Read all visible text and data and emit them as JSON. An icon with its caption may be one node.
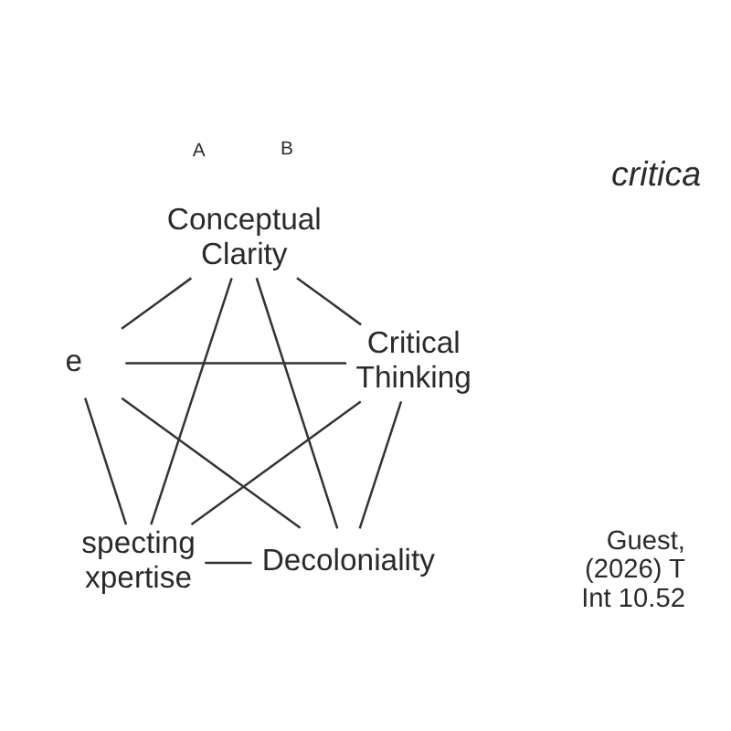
{
  "diagram": {
    "nodes": [
      {
        "text": [
          "Conceptual Clarity"
        ]
      },
      {
        "text": [
          "e"
        ]
      },
      {
        "text": [
          "Critical Thinking"
        ]
      },
      {
        "text": [
          "specting xpertise"
        ]
      },
      {
        "text": [
          "Decoloniality"
        ]
      }
    ],
    "edges": [
      {
        "from": 0,
        "to": 1,
        "arrow": "none"
      },
      {
        "from": 0,
        "to": 2,
        "arrow": "none"
      },
      {
        "from": 0,
        "to": 3,
        "arrow": "none"
      },
      {
        "from": 0,
        "to": 4,
        "arrow": "none"
      },
      {
        "from": 1,
        "to": 2,
        "arrow": "none"
      },
      {
        "from": 1,
        "to": 3,
        "arrow": "none"
      },
      {
        "from": 1,
        "to": 4,
        "arrow": "none"
      },
      {
        "from": 2,
        "to": 3,
        "arrow": "none"
      },
      {
        "from": 2,
        "to": 4,
        "arrow": "none"
      },
      {
        "from": 3,
        "to": 4,
        "arrow": "none"
      }
    ],
    "labels": [
      "A",
      "B",
      "critica",
      "Guest, (2026) T Int 10.52"
    ]
  }
}
